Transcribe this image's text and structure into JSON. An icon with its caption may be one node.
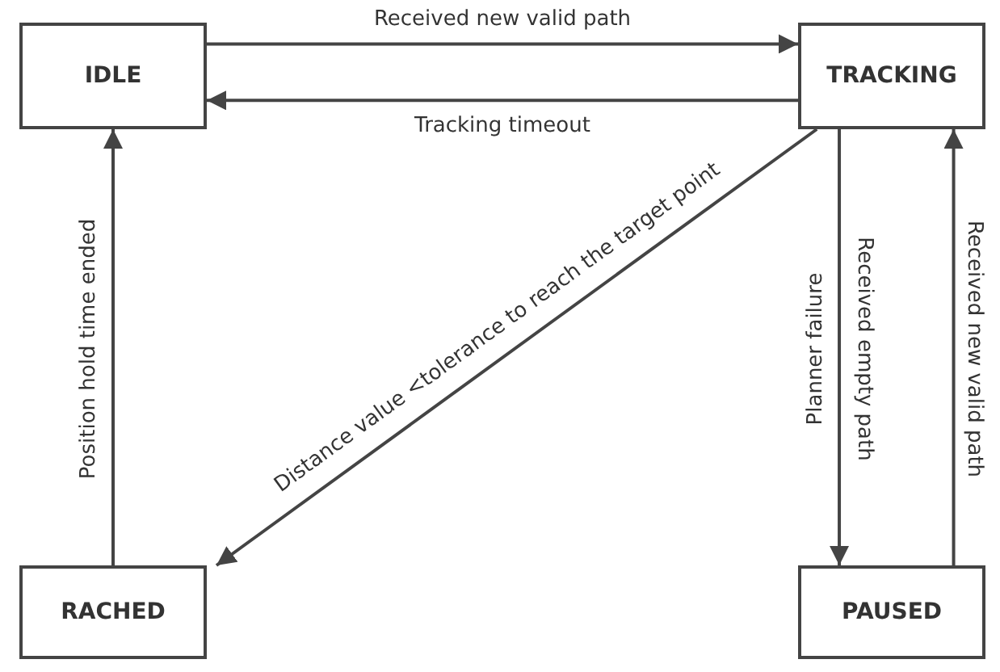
{
  "diagram": {
    "nodes": [
      {
        "text": [
          "IDLE"
        ]
      },
      {
        "text": [
          "TRACKING"
        ]
      },
      {
        "text": [
          "RACHED"
        ]
      },
      {
        "text": [
          "PAUSED"
        ]
      }
    ],
    "edges": [
      {
        "from": 0,
        "to": 1,
        "arrow": "to",
        "label": "Received new valid path"
      },
      {
        "from": 1,
        "to": 0,
        "arrow": "to",
        "label": "Tracking timeout"
      },
      {
        "from": 1,
        "to": 2,
        "arrow": "to",
        "label": "Distance value <tolerance to reach the target point"
      },
      {
        "from": 1,
        "to": 3,
        "arrow": "to",
        "label": "Planner failure"
      },
      {
        "from": 3,
        "to": 1,
        "arrow": "to",
        "label": "Received new valid path"
      },
      {
        "from": 2,
        "to": 0,
        "arrow": "to",
        "label": "Position hold time ended"
      }
    ],
    "labels": [
      "Received empty path"
    ]
  }
}
